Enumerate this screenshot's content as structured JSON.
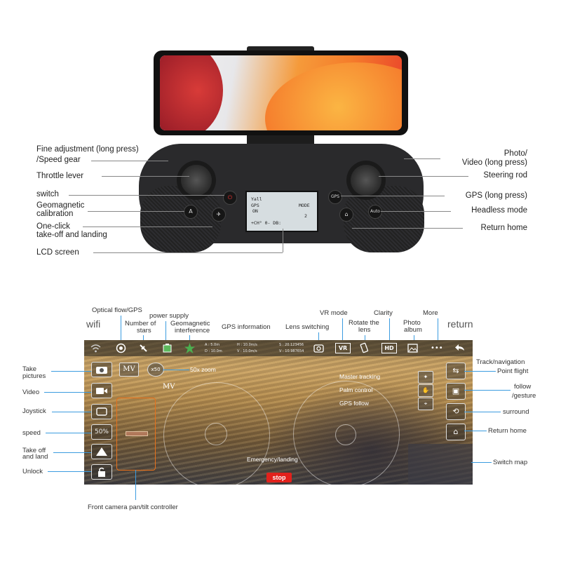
{
  "controller": {
    "labels_left": {
      "fine_adjust_1": "Fine adjustment (long press)",
      "fine_adjust_2": "/Speed gear",
      "throttle": "Throttle lever",
      "switch": "switch",
      "geomag_1": "Geomagnetic",
      "geomag_2": "calibration",
      "oneclick_1": "One-click",
      "oneclick_2": "take-off and landing",
      "lcd": "LCD screen"
    },
    "labels_right": {
      "photo_1": "Photo/",
      "photo_2": "Video (long press)",
      "steering": "Steering rod",
      "gps": "GPS (long press)",
      "headless": "Headless mode",
      "return_home": "Return home"
    },
    "buttons": {
      "power": "⏻",
      "gps": "GPS",
      "auto": "Auto",
      "geomag": "A",
      "takeoff": "✈",
      "rth": "⌂"
    },
    "lcd": {
      "l1": "Yall",
      "l2": "GPS",
      "l3": "ON",
      "mode": "MODE",
      "num": "2",
      "bottom": "+CH°  0-   DB:"
    }
  },
  "app": {
    "top_labels": {
      "optical": "Optical flow/GPS",
      "power": "power supply",
      "wifi": "wifi",
      "stars_1": "Number of",
      "stars_2": "stars",
      "geomag_1": "Geomagnetic",
      "geomag_2": "interference",
      "gps_info": "GPS information",
      "lens_switch": "Lens switching",
      "vr": "VR mode",
      "rotate_1": "Rotate the",
      "rotate_2": "lens",
      "clarity": "Clarity",
      "album_1": "Photo",
      "album_2": "album",
      "more": "More",
      "return": "return"
    },
    "left_labels": {
      "take_pictures_1": "Take",
      "take_pictures_2": "pictures",
      "video": "Video",
      "joystick": "Joystick",
      "speed": "speed",
      "takeoff_1": "Take off",
      "takeoff_2": "and land",
      "unlock": "Unlock"
    },
    "right_labels": {
      "track": "Track/navigation",
      "point": "Point flight",
      "follow_1": "follow",
      "follow_2": "/gesture",
      "surround": "surround",
      "return_home": "Return home",
      "switch_map": "Switch map"
    },
    "bottom_label": "Front camera pan/tilt controller",
    "overlay": {
      "zoom": "50x zoom",
      "mv1": "MV",
      "mv2": "MV",
      "master": "Master tracking",
      "palm": "Palm control",
      "gps_follow": "GPS follow",
      "emergency": "Emergency/landing",
      "stop": "stop",
      "speed_val": "50%",
      "zoom_btn": "x50"
    },
    "gps_readout": {
      "a": "A : 5.0m",
      "d": "D : 10.0m",
      "h": "H : 10.0m/s",
      "v": "V : 10.0m/s",
      "s": "S : 20.123456",
      "vv": "V : 10.987654"
    },
    "icons": {
      "wifi": "wifi-icon",
      "optical": "optical-flow-icon",
      "satellite": "satellite-icon",
      "battery": "battery-icon",
      "geomag": "geomagnetic-icon",
      "camera_switch": "camera-switch-icon",
      "vr": "VR",
      "rotate": "rotate-icon",
      "hd": "HD",
      "album": "album-icon",
      "more": "•••",
      "back": "back-arrow-icon"
    },
    "colors": {
      "accent_orange": "#e8701a",
      "stop_red": "#e2211c",
      "callout_blue": "#3b9ce0"
    }
  }
}
